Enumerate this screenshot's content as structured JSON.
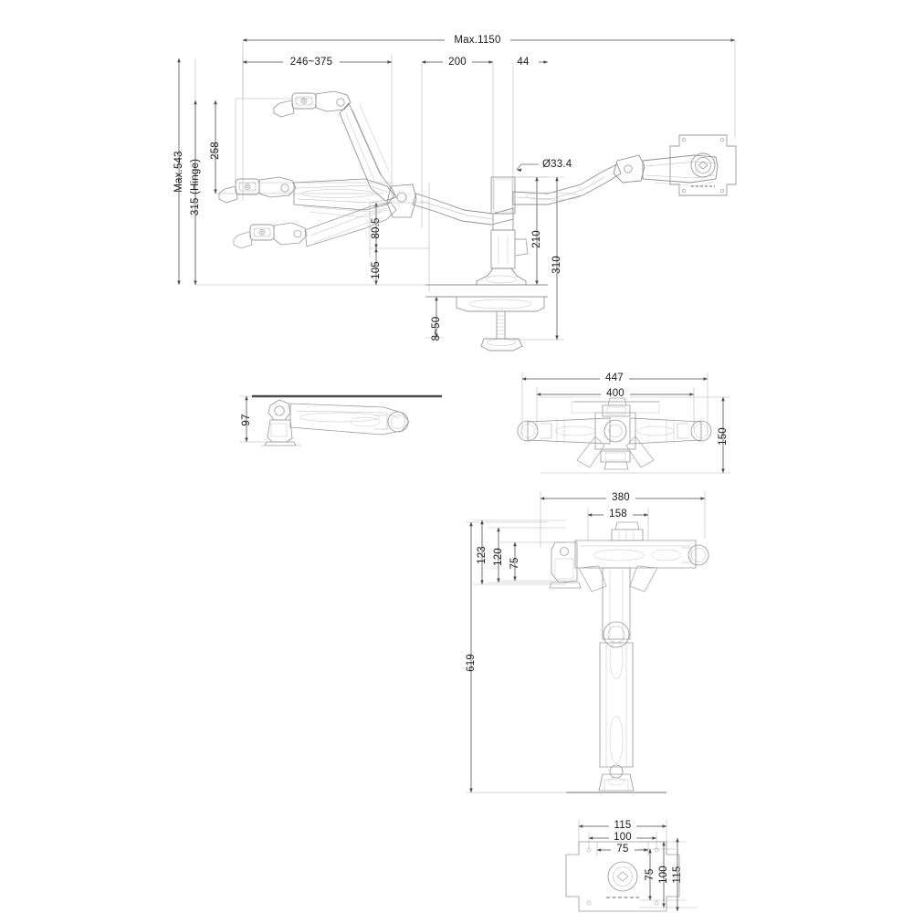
{
  "drawing": {
    "type": "engineering-dimension-drawing",
    "subject": "Dual monitor gas-spring desk mount arm",
    "units": "mm",
    "line_color": "#8a8a8a",
    "dim_color": "#4a4a4a",
    "text_color": "#1a1a1a",
    "background": "#ffffff"
  },
  "views": {
    "main_side": {
      "name": "Side elevation with arm travel range",
      "dimensions": {
        "overall_reach": "Max.1150",
        "arm_segment_upper": "246~375",
        "arm_segment_mid": "200",
        "arm_segment_head": "44",
        "total_height": "Max.543",
        "hinge_height": "315 (Hinge)",
        "lift_258": "258",
        "lift_80_5": "80.5",
        "lift_105": "105",
        "pole_diameter": "Ø33.4",
        "pole_height_210": "210",
        "pole_height_310": "310",
        "desk_thickness": "8~50"
      }
    },
    "tilt_side": {
      "name": "Arm tilt / under-desk clearance side view",
      "dimensions": {
        "clearance": "97"
      }
    },
    "top_plan": {
      "name": "Top plan view of dual arms",
      "dimensions": {
        "overall_width": "447",
        "arm_spread": "400",
        "depth": "150"
      }
    },
    "front_elevation": {
      "name": "Front elevation with pole",
      "dimensions": {
        "arm_width": "380",
        "head_width": "158",
        "height_123": "123",
        "height_120": "120",
        "height_75": "75",
        "pole_total_height": "619"
      }
    },
    "vesa_plate": {
      "name": "VESA mounting plate detail",
      "dimensions": {
        "width_outer": "115",
        "width_mid": "100",
        "width_inner": "75",
        "height_inner": "75",
        "height_mid": "100",
        "height_outer": "115"
      }
    }
  },
  "labels": {
    "max_1150": "Max.1150",
    "d_246_375": "246~375",
    "d_200": "200",
    "d_44": "44",
    "max_543": "Max.543",
    "d_315_hinge": "315 (Hinge)",
    "d_258": "258",
    "d_80_5": "80.5",
    "d_105": "105",
    "dia_33_4": "Ø33.4",
    "d_210": "210",
    "d_310": "310",
    "d_8_50": "8~50",
    "d_97": "97",
    "d_447": "447",
    "d_400": "400",
    "d_150": "150",
    "d_380": "380",
    "d_158": "158",
    "d_123": "123",
    "d_120": "120",
    "d_75a": "75",
    "d_619": "619",
    "v_115t": "115",
    "v_100t": "100",
    "v_75t": "75",
    "v_75r": "75",
    "v_100r": "100",
    "v_115r": "115"
  }
}
